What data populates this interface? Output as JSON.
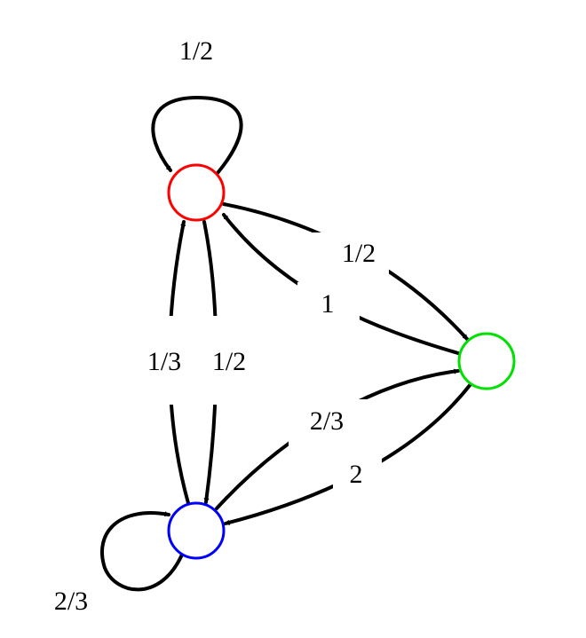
{
  "nodes": [
    {
      "id": "red",
      "color": "#ff0000"
    },
    {
      "id": "green",
      "color": "#00e000"
    },
    {
      "id": "blue",
      "color": "#0000ff"
    }
  ],
  "edges": {
    "red_red": "1/2",
    "red_green": "1/2",
    "green_red": "1",
    "red_blue": "1/2",
    "blue_red": "1/3",
    "blue_green": "2/3",
    "green_blue": "2",
    "blue_blue": "2/3"
  }
}
